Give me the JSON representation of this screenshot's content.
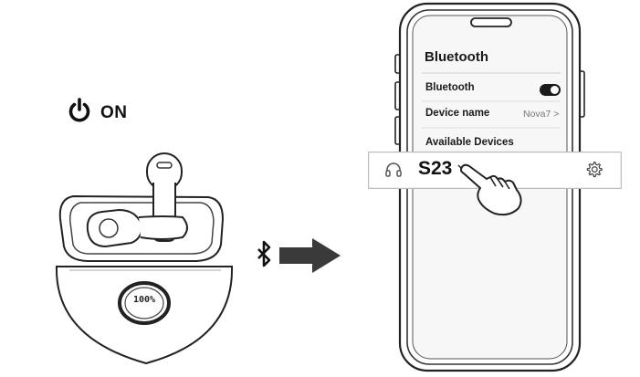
{
  "earbuds": {
    "power_label": "ON",
    "case_display": "100%"
  },
  "phone": {
    "screen_title": "Bluetooth",
    "bluetooth_row": {
      "label": "Bluetooth",
      "toggle_on": true
    },
    "device_name_row": {
      "label": "Device name",
      "value": "Nova7 >"
    },
    "available_devices_label": "Available Devices",
    "device_entry": {
      "name": "S23"
    }
  },
  "icons": [
    "power-icon",
    "bluetooth-icon",
    "arrow-right-icon",
    "headphones-icon",
    "gear-icon",
    "hand-pointer-icon"
  ]
}
